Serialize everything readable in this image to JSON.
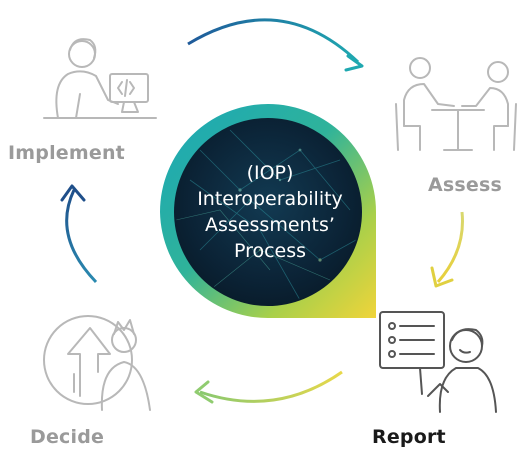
{
  "center": {
    "lines": [
      "(IOP)",
      "Interoperability",
      "Assessments’",
      "Process"
    ]
  },
  "steps": {
    "implement": {
      "label": "Implement",
      "state": "muted",
      "icon": "person-at-computer-icon"
    },
    "assess": {
      "label": "Assess",
      "state": "muted",
      "icon": "two-people-meeting-icon"
    },
    "report": {
      "label": "Report",
      "state": "active",
      "icon": "person-holding-report-icon"
    },
    "decide": {
      "label": "Decide",
      "state": "muted",
      "icon": "person-with-upward-arrow-icon"
    }
  },
  "colors": {
    "teal": "#1fa8a8",
    "blue": "#1f5a9a",
    "yellow": "#e8d84a",
    "lime": "#b9d84a",
    "dark_circle": "#0c2234",
    "muted_text": "#9a9a9a",
    "active_text": "#1a1a1a",
    "icon_stroke": "#b8b8b8"
  }
}
